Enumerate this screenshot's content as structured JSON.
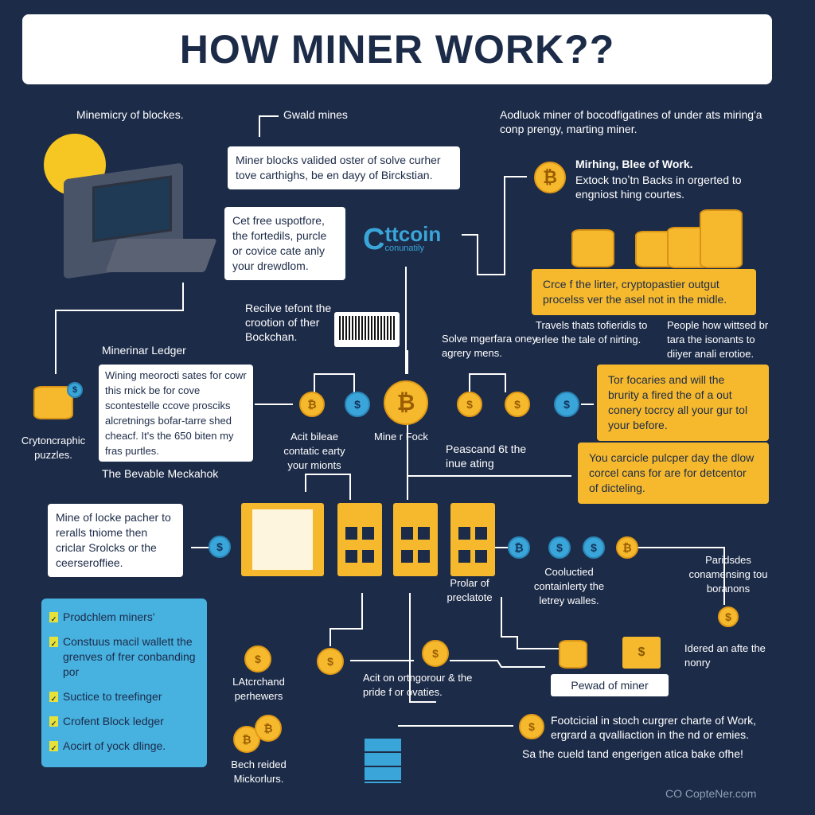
{
  "title": "HOW MINER WORK??",
  "labels": {
    "minemicry": "Minemicry of blockes.",
    "gwald": "Gwald mines",
    "top_right": "Aodluok miner of bocodfigatines of under ats miring'a conp prengy, marting miner.",
    "recive": "Recilve tefont the crootion of ther Bockchan.",
    "mining_proof_title": "Mirhing, Blee of Work.",
    "mining_proof_body": "Extock tnoʼtn Backs in orgerted to engniost hing courtes.",
    "ledger_heading": "Minerinar Ledger",
    "crypto_puzzles": "Crytoncraphic puzzles.",
    "solve": "Solve mgerfara oney agrery mens.",
    "travels": "Travels thats tofieridis to erlee the tale of nirting.",
    "people": "People how wittsed br tara the isonants to diiyer anali erotioe.",
    "acit": "Acit bileae contatic earty your mionts",
    "mine_fock": "Mine r Fock",
    "peascand": "Peascand 6t the inue ating",
    "bevable": "The Bevable Meckahok",
    "prolar": "Prolar of preclatote",
    "cooluctied": "Cooluctied containlerty the letrey walles.",
    "paridsdes": "Paridsdes conamensing tou boranons",
    "latercthand": "LAtcrchand perhewers",
    "acit_on": "Acit on ortngorour & the pride f or ovaties.",
    "reward": "Pewad of miner",
    "idered": "Idered an afte the nonry",
    "bech": "Bech reided Mickorlurs.",
    "footer_1": "Footcicial in stoch curgrer charte of Work, ergrard a qvalliaction in the nd or emies.",
    "footer_2": "Sa the cueld tand engerigen atica bake ofhe!",
    "watermark": "CO CopteNer.com",
    "logo_main": "ttcoin",
    "logo_sub": "conunatily"
  },
  "boxes": {
    "miner_blocks": "Miner blocks valided oster of solve curher tove carthighs, be en dayy of Birckstian.",
    "get_free": "Cet free uspotfore, the fortedils, purcle or covice cate anly your drewdlom.",
    "winning": "Wining meorocti sates for cowr this rnick be for cove scontestelle ccove prosciks alcretnings bofar-tarre shed cheacf. It's the 650 biten my fras purtles.",
    "crce": "Crce f the lirter, cryptopastier outgut procelss ver the asel not in the midle.",
    "tor": "Tor focaries and will the brurity a fired the of a out conery tocrcy all your gur tol your before.",
    "you": "You carcicle pulcper day the dlow corcel cans for are for detcentor of dicteling.",
    "mine_lock": "Mine of locke pacher to reralls tniome then criclar Srolcks or the ceerseroffiee."
  },
  "checklist": [
    "Prodchlem miners'",
    "Constuus macil wallett the grenves of frer conbanding por",
    "Suctice to treefinger",
    "Crofent Block ledger",
    "Aocirt of yock dlinge."
  ],
  "icons": {
    "bitcoin": "₿",
    "dollar": "$",
    "check": "✓"
  },
  "colors": {
    "background": "#1c2b48",
    "yellow": "#f6b92d",
    "blue": "#3aa5d9",
    "panel": "#47b1e0"
  }
}
